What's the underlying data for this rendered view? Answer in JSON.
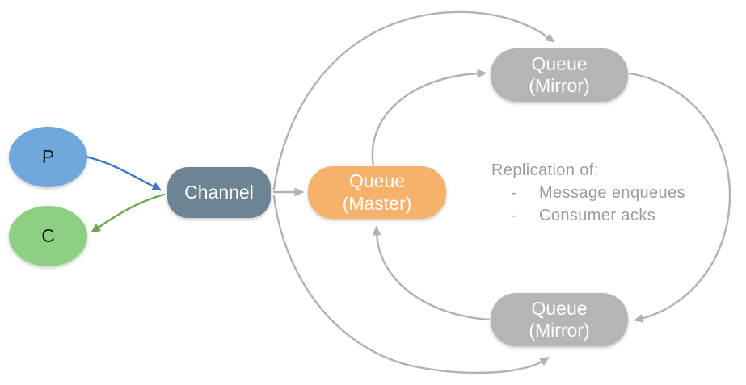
{
  "colors": {
    "producer_fill": "#6fa8dc",
    "consumer_fill": "#8ed081",
    "channel_fill": "#6c8493",
    "master_fill": "#f6b26b",
    "mirror_fill": "#b5b5b5",
    "arrow_gray": "#b2b2b2",
    "arrow_blue": "#3d78c4",
    "arrow_green": "#6aa84f",
    "note_text": "#9b9b9b",
    "node_text_light": "#ffffff",
    "node_text_dark": "#1a1a1a",
    "background": "#ffffff"
  },
  "nodes": {
    "producer": {
      "label": "P"
    },
    "consumer": {
      "label": "C"
    },
    "channel": {
      "label": "Channel"
    },
    "queue_master": {
      "line1": "Queue",
      "line2": "(Master)"
    },
    "queue_mirror_top": {
      "line1": "Queue",
      "line2": "(Mirror)"
    },
    "queue_mirror_bottom": {
      "line1": "Queue",
      "line2": "(Mirror)"
    }
  },
  "note": {
    "title": "Replication of:",
    "bullet": "-",
    "items": [
      "Message enqueues",
      "Consumer acks"
    ]
  },
  "edges": [
    {
      "from": "producer",
      "to": "channel",
      "style": "blue"
    },
    {
      "from": "channel",
      "to": "consumer",
      "style": "green"
    },
    {
      "from": "channel",
      "to": "queue_master",
      "style": "gray"
    },
    {
      "from": "channel",
      "to": "queue_mirror_top",
      "style": "gray"
    },
    {
      "from": "channel",
      "to": "queue_mirror_bottom",
      "style": "gray"
    },
    {
      "from": "queue_master",
      "to": "queue_mirror_top",
      "style": "gray"
    },
    {
      "from": "queue_mirror_top",
      "to": "queue_mirror_bottom",
      "style": "gray"
    },
    {
      "from": "queue_mirror_bottom",
      "to": "queue_master",
      "style": "gray"
    }
  ]
}
